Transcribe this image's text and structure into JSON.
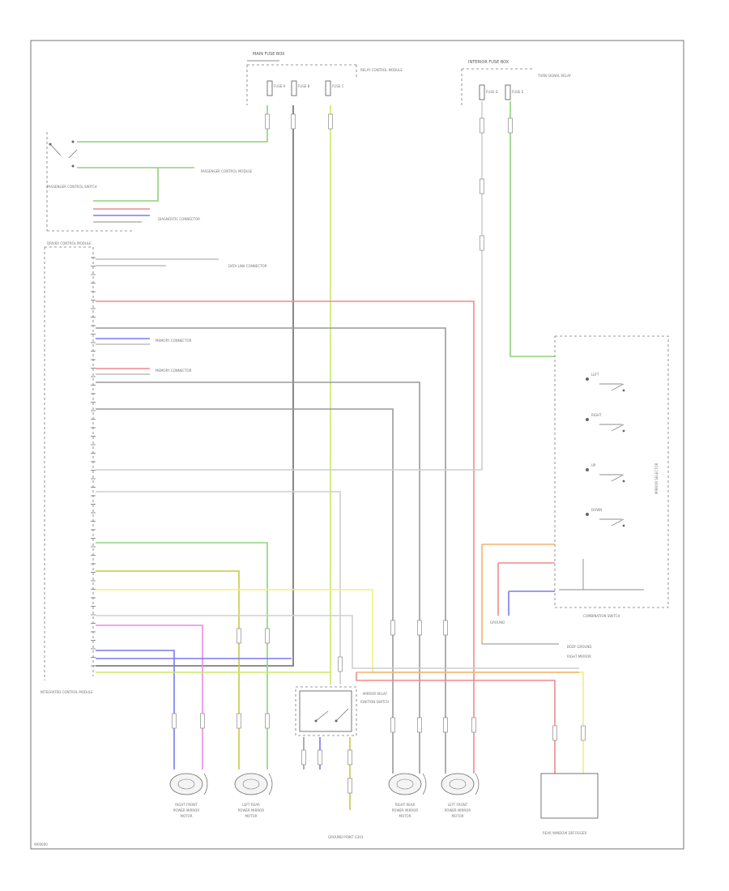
{
  "footer_code": "W00000",
  "top_center_fuse": {
    "title": "MAIN FUSE BOX",
    "label_a": "FUSE A",
    "label_b": "FUSE B",
    "label_c": "FUSE C",
    "side_note": "RELAY CONTROL MODULE"
  },
  "top_right_fuse": {
    "title": "INTERIOR FUSE BOX",
    "label_a": "FUSE D",
    "label_b": "FUSE E",
    "side_note": "TURN SIGNAL RELAY"
  },
  "upper_left_switch": {
    "caption": "PASSENGER CONTROL SWITCH"
  },
  "left_module": {
    "caption": "DRIVER CONTROL MODULE",
    "bottom_caption": "INTEGRATED CONTROL MODULE"
  },
  "notes": {
    "n1": "PASSENGER CONTROL MODULE",
    "n2": "DIAGNOSTIC CONNECTOR",
    "n3": "DATA LINK CONNECTOR",
    "n4": "MEMORY CONNECTOR",
    "n5": "MEMORY CONNECTOR",
    "n6": "IGNITION SWITCH"
  },
  "right_module": {
    "caption": "COMBINATION SWITCH",
    "vertical_label": "MIRROR SELECTOR",
    "items": [
      "LEFT",
      "RIGHT",
      "UP",
      "DOWN"
    ]
  },
  "lower_notes": {
    "n1": "GROUND",
    "n2": "BODY GROUND",
    "n3": "RIGHT MIRROR"
  },
  "center_relay": {
    "caption": "MIRROR RELAY"
  },
  "ground_center": {
    "caption": "GROUND POINT G301"
  },
  "bottom_right_box": {
    "caption": "REAR WINDOW DEFOGGER"
  },
  "motors": [
    {
      "caption": "RIGHT FRONT POWER MIRROR MOTOR"
    },
    {
      "caption": "LEFT REAR POWER MIRROR MOTOR"
    },
    {
      "caption": "RIGHT REAR POWER MIRROR MOTOR"
    },
    {
      "caption": "LEFT FRONT POWER MIRROR MOTOR"
    }
  ],
  "colors": {
    "green": "#8fd27a",
    "yellow_green": "#c8e86a",
    "red": "#f08a8a",
    "blue": "#7a7af0",
    "gray": "#9a9a9a",
    "light_gray": "#cfcfcf",
    "olive": "#c8c84a",
    "yellow": "#f0f07a",
    "pink": "#e88ae8",
    "orange": "#f5b070",
    "dark": "#555555"
  }
}
